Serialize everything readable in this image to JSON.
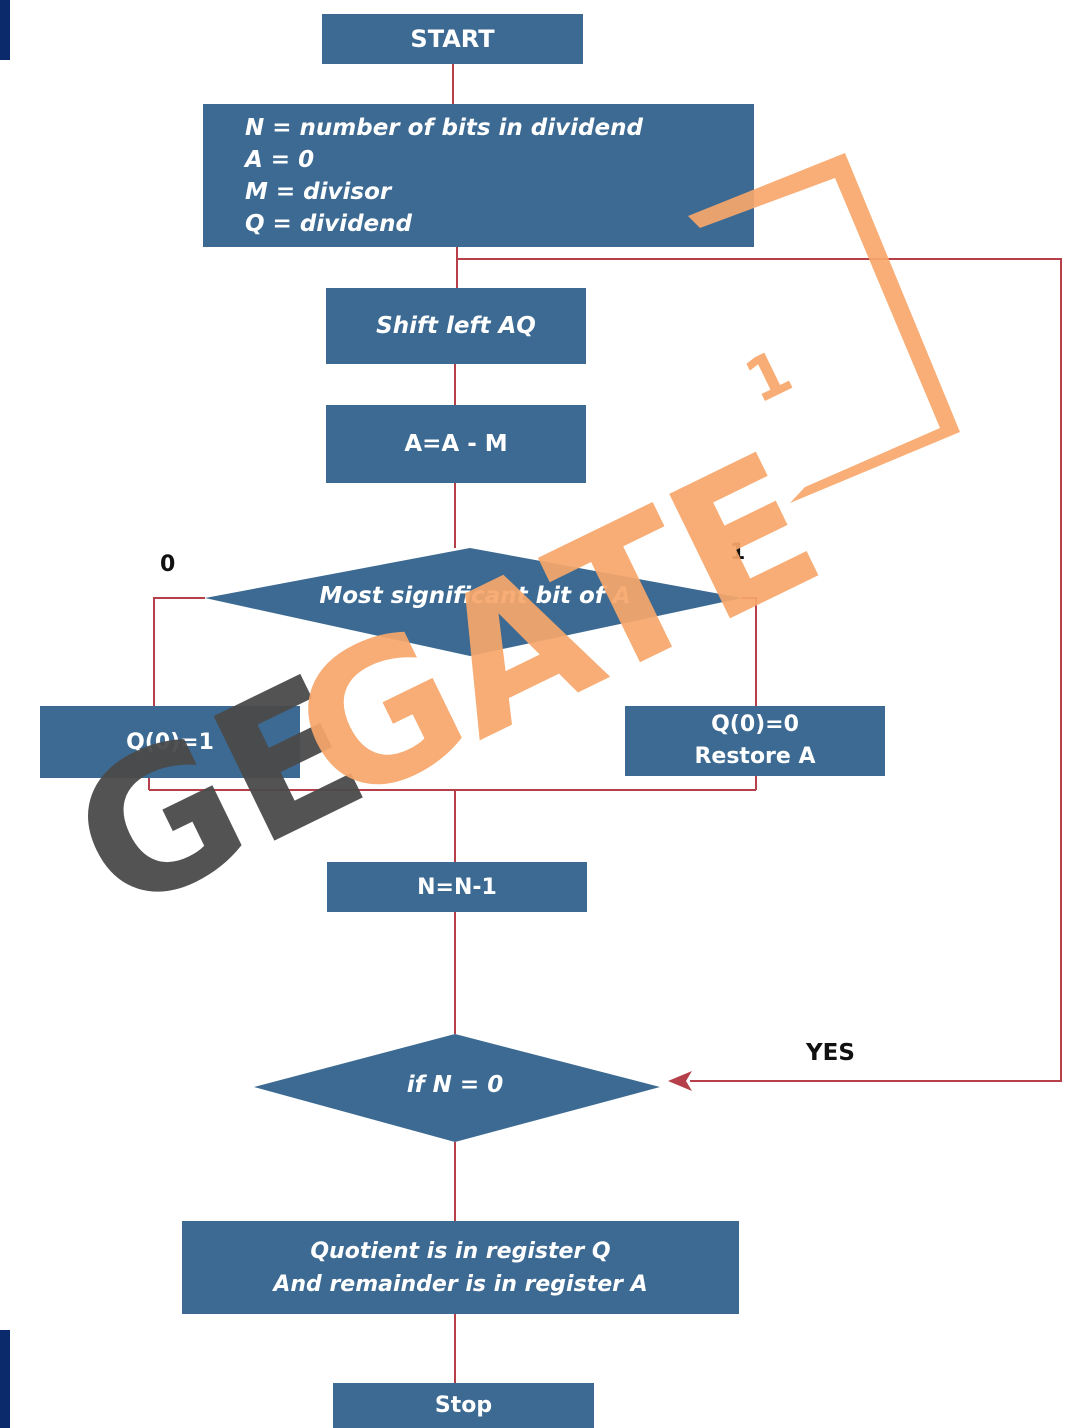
{
  "nodes": {
    "start": "START",
    "init": {
      "line1": "N = number of bits in dividend",
      "line2": "A = 0",
      "line3": "M = divisor",
      "line4": "Q = dividend"
    },
    "shift": "Shift left AQ",
    "subtract": "A=A - M",
    "msb_decision": "Most significant bit of A",
    "set_q1": "Q(0)=1",
    "set_q0": {
      "line1": "Q(0)=0",
      "line2": "Restore A"
    },
    "decrement": "N=N-1",
    "check_n": "if N = 0",
    "result": {
      "line1": "Quotient is in register Q",
      "line2": "And remainder is in register A"
    },
    "stop": "Stop"
  },
  "edge_labels": {
    "zero": "0",
    "one": "1",
    "yes": "YES"
  },
  "watermark": {
    "text_dark": "GE",
    "text_orange": "GATE",
    "superscript": "1"
  },
  "colors": {
    "box_fill": "#3c6a92",
    "line": "#b5404a",
    "watermark_orange": "#f7a76a",
    "watermark_grey": "#4a4a4a"
  }
}
